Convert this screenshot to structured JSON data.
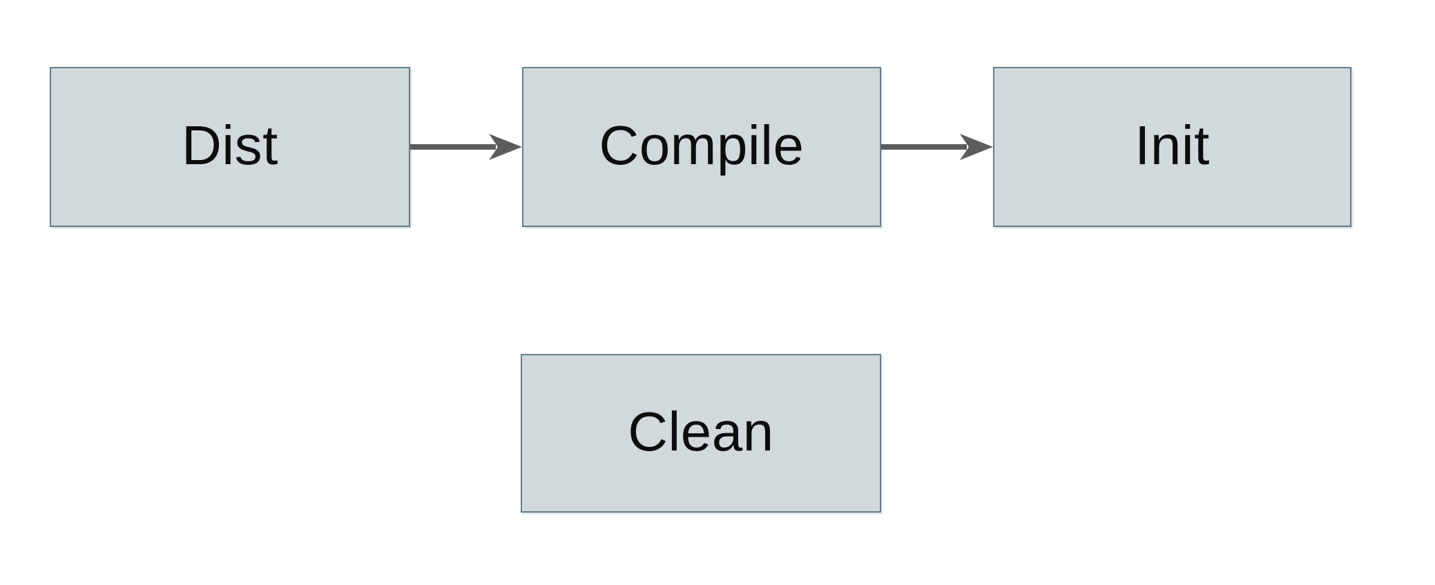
{
  "diagram": {
    "title": "build-targets-flowchart",
    "colors": {
      "bg": "#ffffff",
      "node-fill": "#d1d9dc",
      "node-border": "#637d8b",
      "arrow-color": "#5c5c5c",
      "text-color": "#0d0d0d"
    },
    "nodes": [
      {
        "id": "dist",
        "label": "Dist"
      },
      {
        "id": "compile",
        "label": "Compile"
      },
      {
        "id": "init",
        "label": "Init"
      },
      {
        "id": "clean",
        "label": "Clean"
      }
    ],
    "edges": [
      {
        "from": "Dist",
        "to": "Compile"
      },
      {
        "from": "Compile",
        "to": "Init"
      }
    ]
  }
}
